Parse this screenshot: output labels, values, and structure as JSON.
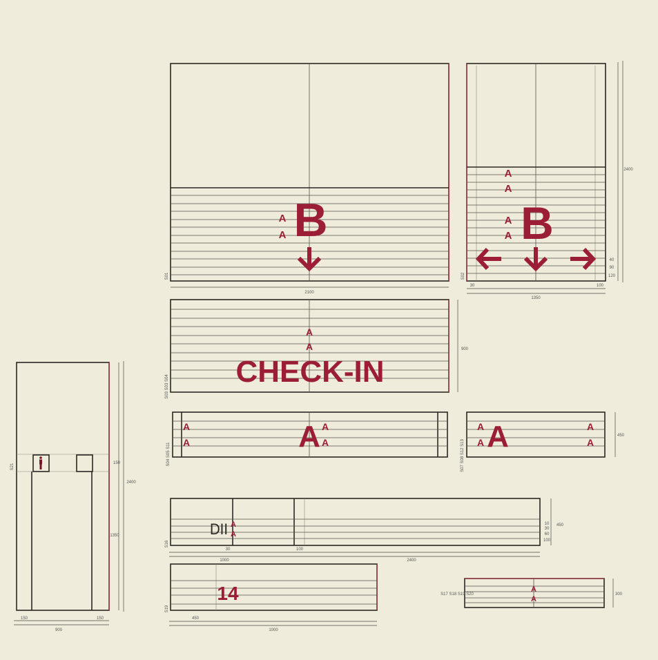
{
  "colors": {
    "paper": "#efecdc",
    "ink": "#2a2622",
    "sign_red": "#9c1d36"
  },
  "panels": {
    "b_sign_wide": {
      "code": "S01",
      "letter": "B",
      "small_letters": [
        "A",
        "A"
      ],
      "icon": "arrow-down-icon",
      "width_dim": "2100"
    },
    "b_sign_narrow": {
      "code": "S02",
      "letter": "B",
      "small_letters": [
        "A",
        "A",
        "A",
        "A"
      ],
      "icons": [
        "arrow-left-icon",
        "arrow-down-icon",
        "arrow-right-icon"
      ],
      "height_dim": "2400",
      "width_dim": "1350",
      "margin_left_dim": "30",
      "margin_right_dim": "100",
      "row_dims": [
        "40",
        "90",
        "120"
      ]
    },
    "checkin": {
      "code": "S03 S03 S04",
      "text": "CHECK-IN",
      "small_letters": [
        "A",
        "A"
      ],
      "height_dim": "900"
    },
    "a_strip_wide": {
      "code": "S04 S05 S11",
      "big_letter": "A",
      "small_letters": [
        "A",
        "A",
        "A",
        "A"
      ]
    },
    "a_strip_narrow": {
      "code": "S07 S08 S12 S13",
      "big_letter": "A",
      "small_letters": [
        "A",
        "A",
        "A",
        "A"
      ],
      "height_dim": "450"
    },
    "door": {
      "code": "S21",
      "icon": "person-icon",
      "height_dim": "2400",
      "band_dim": "150",
      "lower_dim": "1350",
      "side_left_dim": "150",
      "side_right_dim": "150",
      "width_dim": "900"
    },
    "room_strip": {
      "code": "S16",
      "symbol": "DII",
      "small_letters": [
        "A",
        "A"
      ],
      "left_dim": "1000",
      "right_dim": "2400",
      "gap_dim": "100",
      "small_dim": "30",
      "height_dim": "450",
      "row_dims": [
        "10",
        "30",
        "60",
        "100"
      ]
    },
    "number_strip": {
      "code": "S19",
      "number": "14",
      "offset_dim": "450",
      "width_dim": "1000"
    },
    "small_strip": {
      "code": "S17 S18 S19 S20",
      "small_letters": [
        "A",
        "A"
      ],
      "height_dim": "300"
    }
  }
}
